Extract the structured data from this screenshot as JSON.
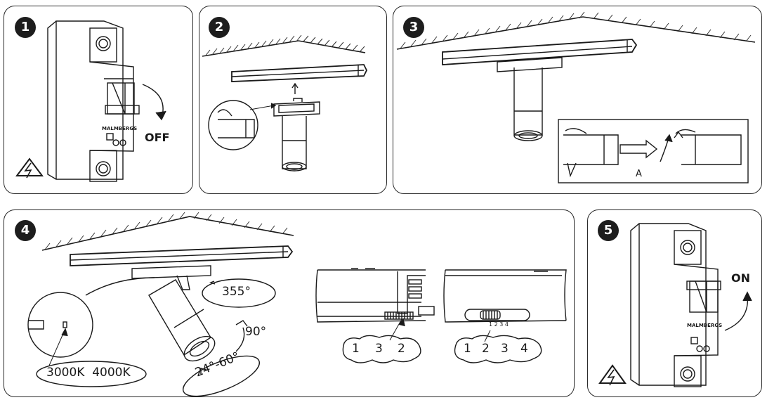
{
  "steps": [
    {
      "number": "1",
      "breaker_brand": "MALMBERGS",
      "state_label": "OFF"
    },
    {
      "number": "2"
    },
    {
      "number": "3",
      "detail_label": "A"
    },
    {
      "number": "4",
      "rotation_label": "355°",
      "tilt_label": "90°",
      "beam_label": "24°-60°",
      "cct_label": "3000K  4000K",
      "power_settings_a": [
        "1",
        "3",
        "2"
      ],
      "power_settings_b": [
        "1",
        "2",
        "3",
        "4"
      ],
      "dial_marks": "1 2 3 4"
    },
    {
      "number": "5",
      "breaker_brand": "MALMBERGS",
      "state_label": "ON"
    }
  ],
  "icons": {
    "warning": "high-voltage-warning-icon",
    "rotate_arrow": "curved-arrow-icon",
    "up_arrow": "up-arrow-icon"
  },
  "colors": {
    "line": "#1a1a1a",
    "badge": "#1d1d1d",
    "background": "#ffffff"
  }
}
